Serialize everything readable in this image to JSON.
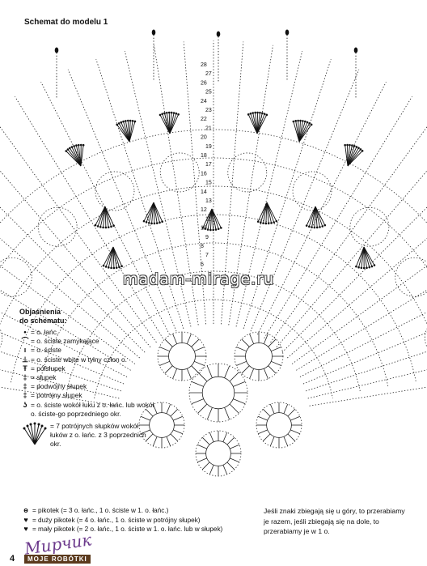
{
  "header": {
    "title": "Schemat do modelu 1"
  },
  "watermark": "madam-mirage.ru",
  "row_numbers": [
    "28",
    "27",
    "26",
    "25",
    "24",
    "23",
    "22",
    "21",
    "20",
    "19",
    "18",
    "17",
    "16",
    "15",
    "14",
    "13",
    "12",
    "11",
    "10",
    "9",
    "8",
    "7",
    "6"
  ],
  "legend": {
    "title_line1": "Objaśnienia",
    "title_line2": "do schematu:",
    "items": [
      {
        "icon": "chain-dot-icon",
        "glyph": "•",
        "text": "= o. łańc."
      },
      {
        "icon": "slip-stitch-icon",
        "glyph": "⌒",
        "text": "= o. ściste zamykające"
      },
      {
        "icon": "single-crochet-icon",
        "glyph": "ı",
        "text": "= o. ściste"
      },
      {
        "icon": "back-loop-icon",
        "glyph": "⊥",
        "text": "= o. ściste wbite w tylny człon o."
      },
      {
        "icon": "half-double-icon",
        "glyph": "Ŧ",
        "text": "= półsłupek"
      },
      {
        "icon": "double-crochet-icon",
        "glyph": "‡",
        "text": "= słupek"
      },
      {
        "icon": "treble-crochet-icon",
        "glyph": "‡",
        "text": "= podwójny słupek"
      },
      {
        "icon": "triple-treble-icon",
        "glyph": "‡",
        "text": "= potrójny słupek"
      },
      {
        "icon": "around-arch-icon",
        "glyph": "ʖ",
        "text": "= o. ściste wokół łuku z o. łańc. lub wokół o. ściste-go poprzedniego okr."
      }
    ],
    "fan_text": "= 7 potrójnych słupków wokół łuków z o. łańc. z 3 poprzednich okr."
  },
  "picots": [
    {
      "icon": "picot-icon",
      "glyph": "ɵ",
      "text": "= pikotek (= 3 o. łańc., 1 o. ściste w 1. o. łańc.)"
    },
    {
      "icon": "large-picot-icon",
      "glyph": "♥",
      "text": "= duży pikotek (= 4 o. łańc., 1 o. ściste w potrójny słupek)"
    },
    {
      "icon": "small-picot-icon",
      "glyph": "♥",
      "text": "= mały pikotek (= 2 o. łańc., 1 o. ściste w 1. o. łańc. lub w słupek)"
    }
  ],
  "note": "Jeśli znaki zbiegają się u góry, to przerabiamy je razem, jeśli zbiegają się na dole, to przerabiamy je w 1 o.",
  "footer": {
    "page_number": "4",
    "logo_script": "Мирчик",
    "logo_band": "MOJE ROBÓTKI"
  }
}
